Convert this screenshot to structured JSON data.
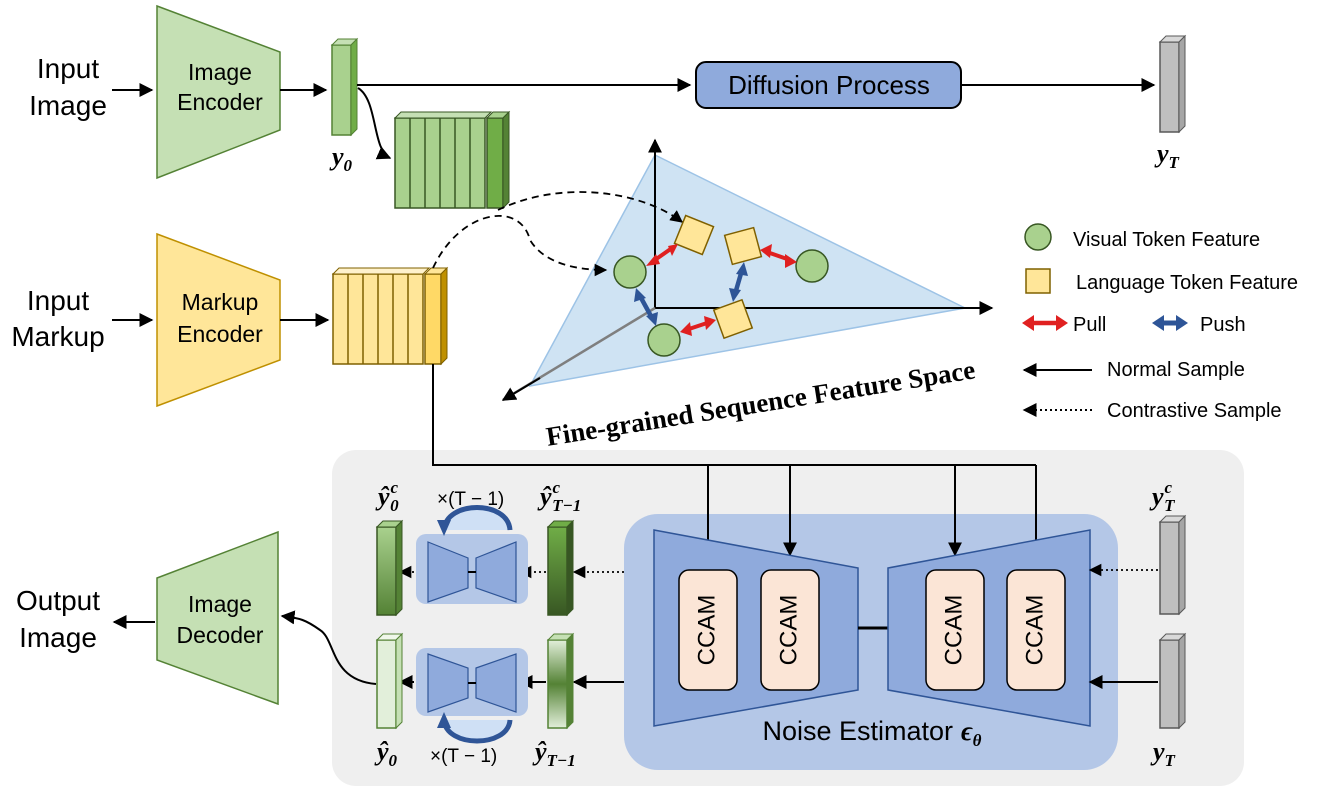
{
  "inputs": {
    "image_line1": "Input",
    "image_line2": "Image",
    "markup_line1": "Input",
    "markup_line2": "Markup"
  },
  "output": {
    "line1": "Output",
    "line2": "Image"
  },
  "modules": {
    "image_encoder_line1": "Image",
    "image_encoder_line2": "Encoder",
    "markup_encoder_line1": "Markup",
    "markup_encoder_line2": "Encoder",
    "image_decoder_line1": "Image",
    "image_decoder_line2": "Decoder",
    "diffusion_process": "Diffusion Process",
    "ccam": "CCAM",
    "noise_estimator_text": "Noise Estimator",
    "noise_estimator_symbol": "ϵ",
    "noise_estimator_sub": "θ"
  },
  "variables": {
    "y0_base": "y",
    "y0_sub": "0",
    "yT_base": "y",
    "yT_sub": "T",
    "y0_hat_c_base": "ŷ",
    "y0_hat_c_sub": "0",
    "y0_hat_c_sup": "c",
    "yT1_hat_c_base": "ŷ",
    "yT1_hat_c_sub": "T−1",
    "yT1_hat_c_sup": "c",
    "yTc_base": "y",
    "yTc_sub": "T",
    "yTc_sup": "c",
    "y0_hat_base": "ŷ",
    "y0_hat_sub": "0",
    "yT1_hat_base": "ŷ",
    "yT1_hat_sub": "T−1",
    "yT2_base": "y",
    "yT2_sub": "T",
    "repeat_label": "×(T − 1)"
  },
  "feature_space": {
    "title": "Fine-grained Sequence Feature Space"
  },
  "legend": {
    "visual_token": "Visual Token Feature",
    "language_token": "Language Token Feature",
    "pull": "Pull",
    "push": "Push",
    "normal_sample": "Normal Sample",
    "contrastive_sample": "Contrastive Sample"
  },
  "colors": {
    "green_fill": "#c5e0b4",
    "green_edge": "#548235",
    "yellow_fill": "#ffe699",
    "yellow_edge": "#bf9000",
    "blue_fill": "#8faadc",
    "blue_edge": "#2f5597",
    "gray_fill": "#bfbfbf",
    "panel_bg": "#efefef",
    "estimator_bg": "#b4c7e7",
    "ccam_fill": "#fbe5d6",
    "pull": "#e02020",
    "push": "#2e5597",
    "space_fill": "#cfe3f3"
  }
}
